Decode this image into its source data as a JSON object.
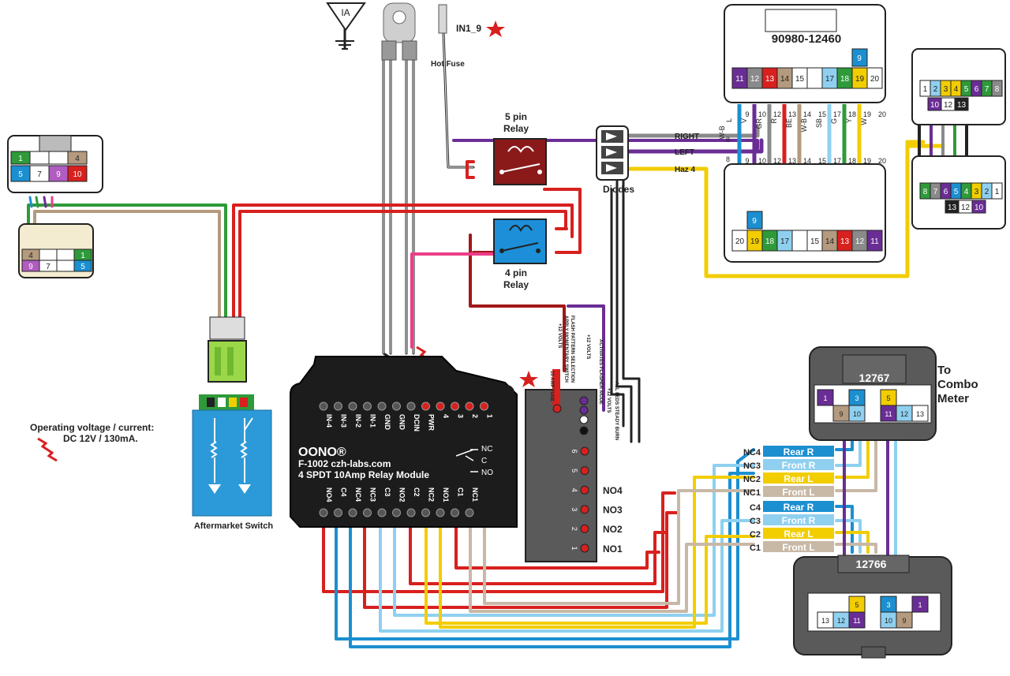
{
  "labels": {
    "ground": "IA",
    "in19": "IN1_9",
    "hot_fuse": "Hot Fuse",
    "relay5_line1": "5 pin",
    "relay5_line2": "Relay",
    "relay4_line1": "4 pin",
    "relay4_line2": "Relay",
    "diodes": "Diodes",
    "right": "RIGHT",
    "left": "LEFT",
    "haz": "Haz 4",
    "connector_90980": "90980-12460",
    "connector_12767": "12767",
    "connector_12766": "12766",
    "to_combo_line1": "To",
    "to_combo_line2": "Combo",
    "to_combo_line3": "Meter",
    "operating_line1": "Operating voltage / current:",
    "operating_line2": "DC 12V / 130mA.",
    "aftermarket": "Aftermarket Switch",
    "module_brand": "OONO®",
    "module_model": "F-1002  czh-labs.com",
    "module_desc": "4 SPDT 10Amp Relay Module",
    "nc": "NC",
    "c": "C",
    "no": "NO",
    "fuse_note": "10 AMP FUSE",
    "twelve_volts": "+12 VOLTS",
    "flash_pattern": "FLASH PATTERN SELECTION",
    "apply_momentary": "APPLY MOMENTARY SWITCH",
    "activates_flasher": "ACTIVATES FLASHER MODE",
    "all_leds": "ALL LEDS STEADY BURN",
    "plus_12v_a": "+12 VOLTS",
    "plus_12v_b": "+12 VOLTS"
  },
  "module_pins_top": [
    "IN-4",
    "IN-3",
    "IN-2",
    "IN-1",
    "GND",
    "GND",
    "DCIN",
    "PWR",
    "4",
    "3",
    "2",
    "1"
  ],
  "module_pins_bottom": [
    "NO4",
    "C4",
    "NC4",
    "NC3",
    "C3",
    "NO2",
    "C2",
    "NC2",
    "NO1",
    "C1",
    "NC1"
  ],
  "flasher_pins": [
    "6",
    "5",
    "4",
    "3",
    "2",
    "1"
  ],
  "no_labels": [
    "NO4",
    "NO3",
    "NO2",
    "NO1"
  ],
  "legend_rows": [
    {
      "pin": "NC4",
      "label": "Rear R",
      "color": "#1b8fd0"
    },
    {
      "pin": "NC3",
      "label": "Front R",
      "color": "#8fd0f0"
    },
    {
      "pin": "NC2",
      "label": "Rear L",
      "color": "#f2cd00"
    },
    {
      "pin": "NC1",
      "label": "Front L",
      "color": "#c8b8a6"
    },
    {
      "pin": "C4",
      "label": "Rear R",
      "color": "#1b8fd0"
    },
    {
      "pin": "C3",
      "label": "Front R",
      "color": "#8fd0f0"
    },
    {
      "pin": "C2",
      "label": "Rear L",
      "color": "#f2cd00"
    },
    {
      "pin": "C1",
      "label": "Front L",
      "color": "#c8b8a6"
    }
  ],
  "small_conn_top_row": [
    "1",
    "",
    "",
    "4"
  ],
  "small_conn_bottom_row": [
    "5",
    "7",
    "9",
    "10"
  ],
  "small_conn2_top": [
    "4",
    "",
    "",
    "1"
  ],
  "small_conn2_bottom": [
    "9",
    "7",
    "",
    "5"
  ],
  "conn_90980_top": [
    "11",
    "12",
    "13",
    "14",
    "15",
    "",
    "17",
    "18",
    "19",
    "20"
  ],
  "conn_90980_top_extra": [
    "9"
  ],
  "conn_90980_wire_letters": [
    "L",
    "V",
    "GR",
    "R",
    "BE",
    "W-B",
    "SB",
    "G",
    "Y",
    "W"
  ],
  "conn_90980_wire_nums": [
    "9",
    "10",
    "12",
    "13",
    "14",
    "15",
    "17",
    "18",
    "19",
    "20"
  ],
  "conn_90980_bottom": [
    "20",
    "19",
    "18",
    "17",
    "",
    "15",
    "14",
    "13",
    "12",
    "11"
  ],
  "conn_90980_bottom_extra": [
    "9"
  ],
  "conn_90980_left_nums": [
    "8",
    "8"
  ],
  "conn_90980_wb_left": "W-B",
  "right_conn_top": [
    "1",
    "2",
    "3",
    "4",
    "5",
    "6",
    "7",
    "8"
  ],
  "right_conn_top_row2": [
    "10",
    "12",
    "13"
  ],
  "right_conn_bottom": [
    "8",
    "7",
    "6",
    "5",
    "4",
    "3",
    "2",
    "1"
  ],
  "right_conn_bottom_row2": [
    "13",
    "12",
    "10"
  ],
  "conn_12767_row1": [
    "1",
    "3",
    "5"
  ],
  "conn_12767_row2": [
    "9",
    "10",
    "11",
    "12",
    "13"
  ],
  "conn_12766_row1": [
    "5",
    "3",
    "1"
  ],
  "conn_12766_row2": [
    "13",
    "12",
    "11",
    "10",
    "9"
  ],
  "colors": {
    "red": "#d8201e",
    "darkred": "#a01818",
    "pink": "#ec3d88",
    "green": "#2f9a3a",
    "tan": "#b49a7e",
    "gray": "#8a8a8a",
    "purple": "#6a2d95",
    "blue": "#1b8fd0",
    "lightblue": "#8fd0f0",
    "yellow": "#f2cd00",
    "black": "#1a1a1a",
    "module": "#1c1c1c",
    "relay5": "#8a1a1a",
    "relay4": "#1c8fd8"
  }
}
